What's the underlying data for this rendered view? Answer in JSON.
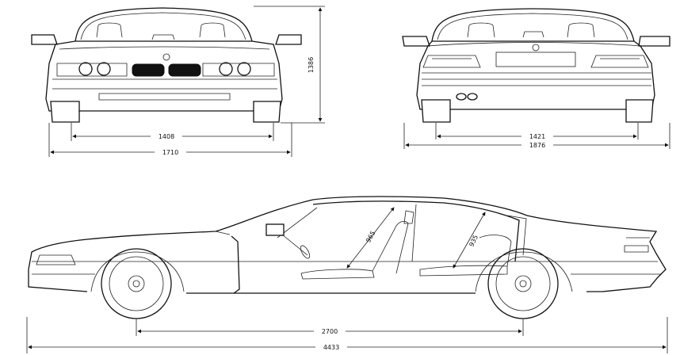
{
  "front_view": {
    "track_width": "1408",
    "overall_width": "1710",
    "height": "1386"
  },
  "rear_view": {
    "track_width": "1421",
    "overall_width": "1876"
  },
  "side_view": {
    "front_seat_height": "965",
    "rear_seat_height": "935",
    "wheelbase": "2700",
    "overall_length": "4433"
  }
}
